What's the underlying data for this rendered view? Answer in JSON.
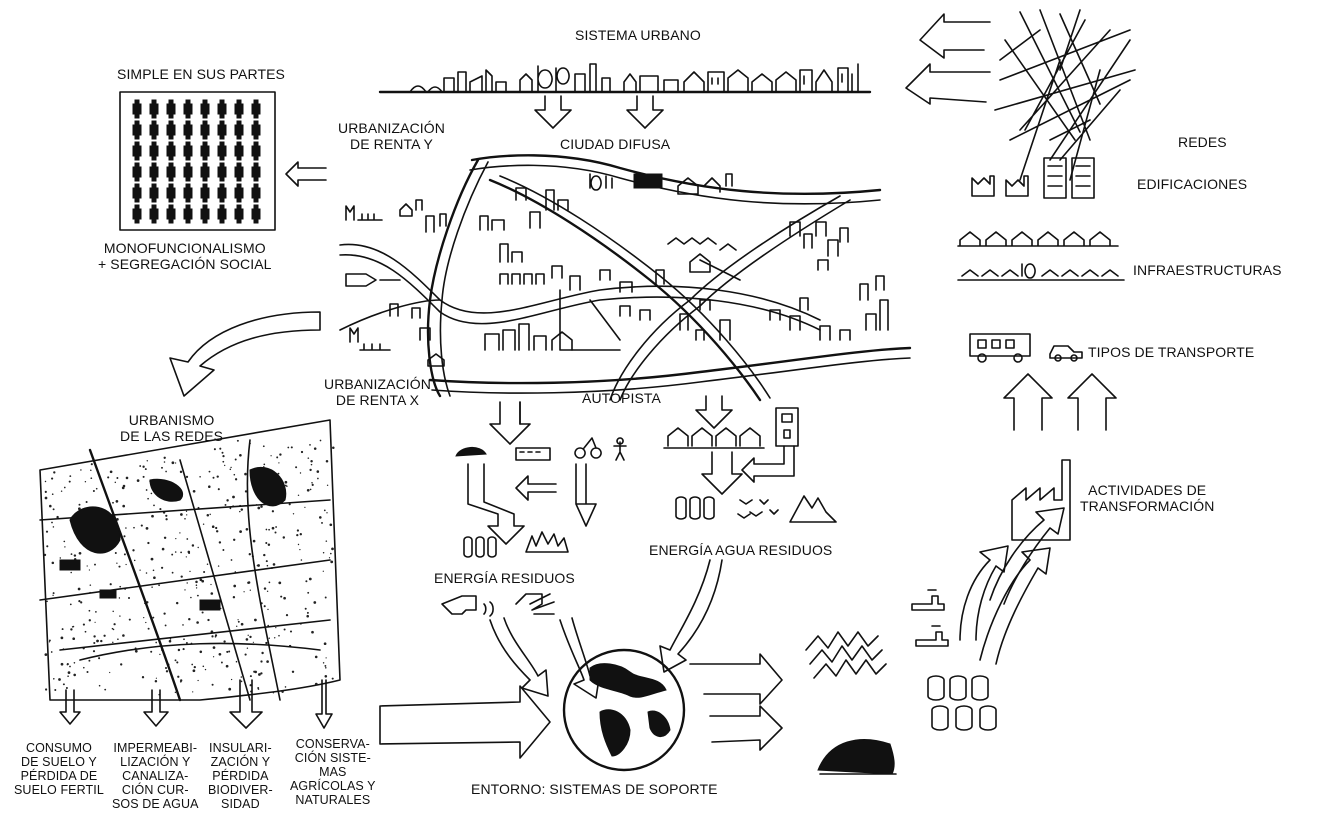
{
  "labels": {
    "sistema_urbano": "SISTEMA URBANO",
    "simple_partes": "SIMPLE EN SUS PARTES",
    "ciudad_difusa": "CIUDAD DIFUSA",
    "urb_renta_y": "URBANIZACIÓN\nDE RENTA Y",
    "monofuncionalismo": "MONOFUNCIONALISMO\n+ SEGREGACIÓN SOCIAL",
    "redes": "REDES",
    "edificaciones": "EDIFICACIONES",
    "infraestructuras": "INFRAESTRUCTURAS",
    "tipos_transporte": "TIPOS DE TRANSPORTE",
    "urb_renta_x": "URBANIZACIÓN\nDE RENTA X",
    "urbanismo_redes": "URBANISMO\nDE LAS REDES",
    "autopista": "AUTOPISTA",
    "actividades": "ACTIVIDADES DE\nTRANSFORMACIÓN",
    "energia_agua_residuos": "ENERGÍA AGUA  RESIDUOS",
    "energia_residuos": "ENERGÍA  RESIDUOS",
    "consumo_suelo": "CONSUMO\nDE SUELO Y\nPÉRDIDA DE\nSUELO FERTIL",
    "impermeabilizacion": "IMPERMEABI-\nLIZACIÓN Y\nCANALIZA-\nCIÓN CUR-\nSOS DE AGUA",
    "insularizacion": "INSULARI-\nZACIÓN Y\nPÉRDIDA\nBIODIVER-\nSIDAD",
    "conservacion": "CONSERVA-\nCIÓN SISTE-\nMAS\nAGRÍCOLAS Y\nNATURALES",
    "entorno": "ENTORNO: SISTEMAS DE SOPORTE"
  },
  "icons": [
    "skyline-sketch",
    "building-grid-sketch",
    "network-lines-sketch",
    "city-map-sketch",
    "globe-icon",
    "factory-icon",
    "bus-icon",
    "car-icon",
    "bicycle-icon",
    "pedestrian-icon",
    "water-tap-icon",
    "barrel-icon",
    "mountain-icon",
    "forest-icon"
  ]
}
